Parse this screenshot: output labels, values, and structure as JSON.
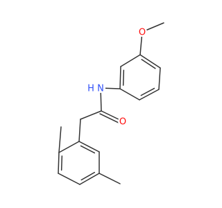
{
  "molecule": {
    "atoms": {
      "o_methoxy": {
        "label": "O",
        "color": "#ff0d0d"
      },
      "n_amide": {
        "label": "N",
        "color": "#3050f8"
      },
      "h_amide": {
        "label": "H",
        "color": "#3050f8"
      },
      "o_carbonyl": {
        "label": "O",
        "color": "#ff0d0d"
      }
    },
    "bond_color": "#333333"
  }
}
